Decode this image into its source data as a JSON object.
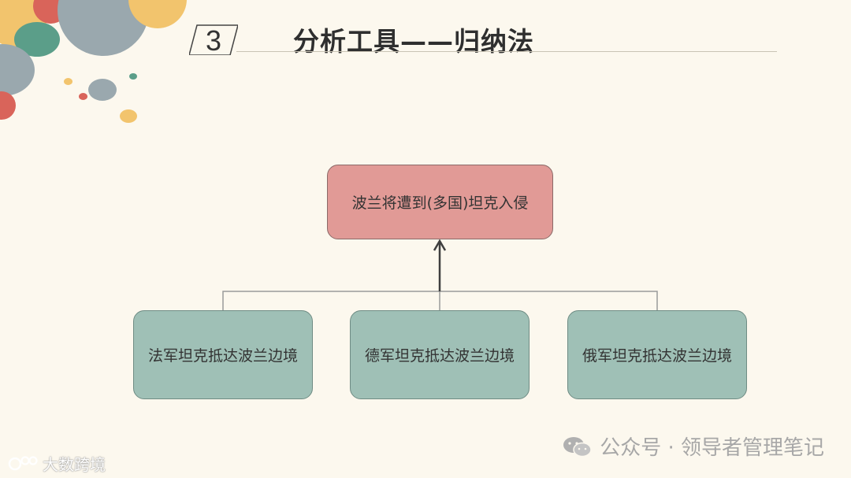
{
  "header": {
    "section_number": "3",
    "title": "分析工具——归纳法"
  },
  "diagram": {
    "conclusion": "波兰将遭到(多国)坦克入侵",
    "premises": [
      "法军坦克抵达波兰边境",
      "德军坦克抵达波兰边境",
      "俄军坦克抵达波兰边境"
    ]
  },
  "watermark": {
    "text": "公众号 · 领导者管理笔记"
  },
  "logo": {
    "text": "大数跨境"
  },
  "colors": {
    "background": "#fcf8ee",
    "conclusion_fill": "#e19a96",
    "premise_fill": "#9fc0b6",
    "deco_yellow": "#f2c46d",
    "deco_gray": "#9aa8ae",
    "deco_green": "#5b9e89",
    "deco_red": "#d9645a"
  }
}
